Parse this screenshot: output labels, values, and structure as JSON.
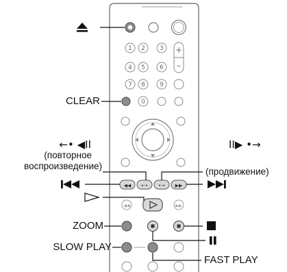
{
  "labels": {
    "clear": "CLEAR",
    "replay_symbol": "←• ◀II",
    "replay_text_line1": "(повторное",
    "replay_text_line2": "воспроизведение)",
    "advance_symbol": "II▶ •→",
    "advance_text": "(продвижение)",
    "zoom": "ZOOM",
    "slow_play": "SLOW PLAY",
    "fast_play": "FAST PLAY"
  },
  "number_keys": [
    "1",
    "2",
    "3",
    "4",
    "5",
    "6",
    "7",
    "8",
    "9",
    "0"
  ],
  "icons": {
    "eject": "eject-icon",
    "prev": "previous-icon",
    "next": "next-icon",
    "play": "play-icon",
    "stop": "stop-icon",
    "pause": "pause-icon"
  },
  "colors": {
    "remote_outline": "#7a7a7a",
    "key_fill": "#d9d9d9",
    "highlight_fill": "#8c8c8c",
    "line": "#111111"
  }
}
